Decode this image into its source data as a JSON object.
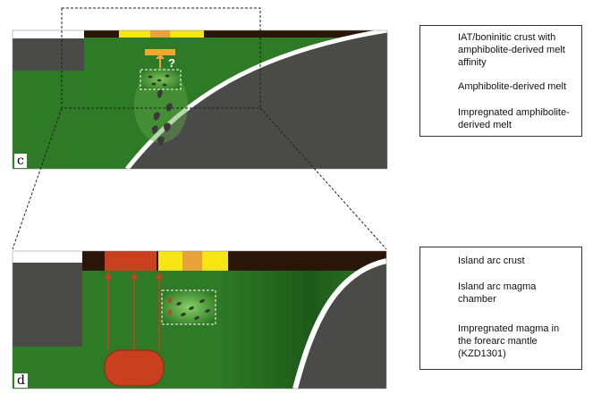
{
  "panels": {
    "c": {
      "label": "c",
      "question_mark": "?"
    },
    "d": {
      "label": "d"
    }
  },
  "legend_top": {
    "items": [
      {
        "icon": "iat-crust-swatch-icon",
        "color": "#F0A830",
        "text_lines": [
          "IAT/boninitic crust with",
          "amphibolite-derived melt",
          "affinity"
        ]
      },
      {
        "icon": "amphibolite-melt-drop-icon",
        "color": "#3A3A3A",
        "text_lines": [
          "Amphibolite-derived melt"
        ]
      },
      {
        "icon": "impregnated-amphibolite-melt-icon",
        "color": "#3A3A3A",
        "text_lines": [
          "Impregnated amphibolite-",
          "derived melt"
        ]
      }
    ]
  },
  "legend_bottom": {
    "items": [
      {
        "icon": "island-arc-crust-swatch-icon",
        "color": "#C8401E",
        "text_lines": [
          "Island arc crust"
        ]
      },
      {
        "icon": "magma-chamber-icon",
        "color": "#C8401E",
        "text_lines": [
          "Island arc magma",
          "chamber"
        ]
      },
      {
        "icon": "impregnated-magma-icon",
        "color": "#C8401E",
        "text_lines": [
          "Impregnated magma in",
          "the forearc mantle",
          "(KZD1301)"
        ]
      }
    ]
  },
  "colors": {
    "mantle_green": "#2E7A26",
    "slab_gray": "#4A4A48",
    "crust_dark": "#2A1608",
    "crust_yellow": "#F5E614",
    "crust_orange": "#E9A23A",
    "arc_red": "#C8401E",
    "melt_dark": "#3A3A3A"
  }
}
